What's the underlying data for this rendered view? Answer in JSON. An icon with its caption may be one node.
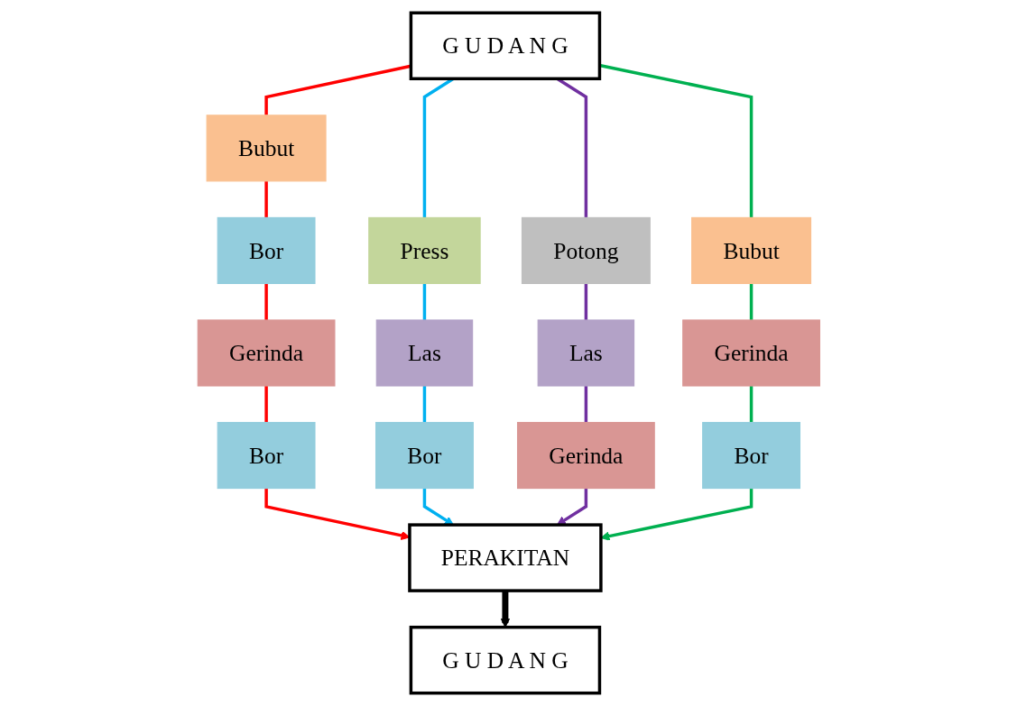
{
  "diagram": {
    "nodes": [
      {
        "text": [
          "G U D A N G"
        ]
      },
      {
        "text": [
          "Bubut"
        ]
      },
      {
        "text": [
          "Bor"
        ]
      },
      {
        "text": [
          "Gerinda"
        ]
      },
      {
        "text": [
          "Bor"
        ]
      },
      {
        "text": [
          "Press"
        ]
      },
      {
        "text": [
          "Las"
        ]
      },
      {
        "text": [
          "Bor"
        ]
      },
      {
        "text": [
          "Potong"
        ]
      },
      {
        "text": [
          "Las"
        ]
      },
      {
        "text": [
          "Gerinda"
        ]
      },
      {
        "text": [
          "Bubut"
        ]
      },
      {
        "text": [
          "Gerinda"
        ]
      },
      {
        "text": [
          "Bor"
        ]
      },
      {
        "text": [
          "PERAKITAN"
        ]
      },
      {
        "text": [
          "G U D A N G"
        ]
      }
    ],
    "edges": [
      {
        "from": 0,
        "to": 1,
        "arrow": "none",
        "color": "#ff0000"
      },
      {
        "from": 1,
        "to": 2,
        "arrow": "none",
        "color": "#ff0000"
      },
      {
        "from": 2,
        "to": 3,
        "arrow": "none",
        "color": "#ff0000"
      },
      {
        "from": 3,
        "to": 4,
        "arrow": "none",
        "color": "#ff0000"
      },
      {
        "from": 4,
        "to": 14,
        "arrow": "to",
        "color": "#ff0000"
      },
      {
        "from": 0,
        "to": 5,
        "arrow": "none",
        "color": "#00b0f0"
      },
      {
        "from": 5,
        "to": 6,
        "arrow": "none",
        "color": "#00b0f0"
      },
      {
        "from": 6,
        "to": 7,
        "arrow": "none",
        "color": "#00b0f0"
      },
      {
        "from": 7,
        "to": 14,
        "arrow": "to",
        "color": "#00b0f0"
      },
      {
        "from": 0,
        "to": 8,
        "arrow": "none",
        "color": "#7030a0"
      },
      {
        "from": 8,
        "to": 9,
        "arrow": "none",
        "color": "#7030a0"
      },
      {
        "from": 9,
        "to": 10,
        "arrow": "none",
        "color": "#7030a0"
      },
      {
        "from": 10,
        "to": 14,
        "arrow": "to",
        "color": "#7030a0"
      },
      {
        "from": 0,
        "to": 11,
        "arrow": "none",
        "color": "#00b050"
      },
      {
        "from": 11,
        "to": 12,
        "arrow": "none",
        "color": "#00b050"
      },
      {
        "from": 12,
        "to": 13,
        "arrow": "none",
        "color": "#00b050"
      },
      {
        "from": 13,
        "to": 14,
        "arrow": "to",
        "color": "#00b050"
      },
      {
        "from": 14,
        "to": 15,
        "arrow": "to",
        "style": "thick",
        "color": "#000000"
      }
    ]
  }
}
